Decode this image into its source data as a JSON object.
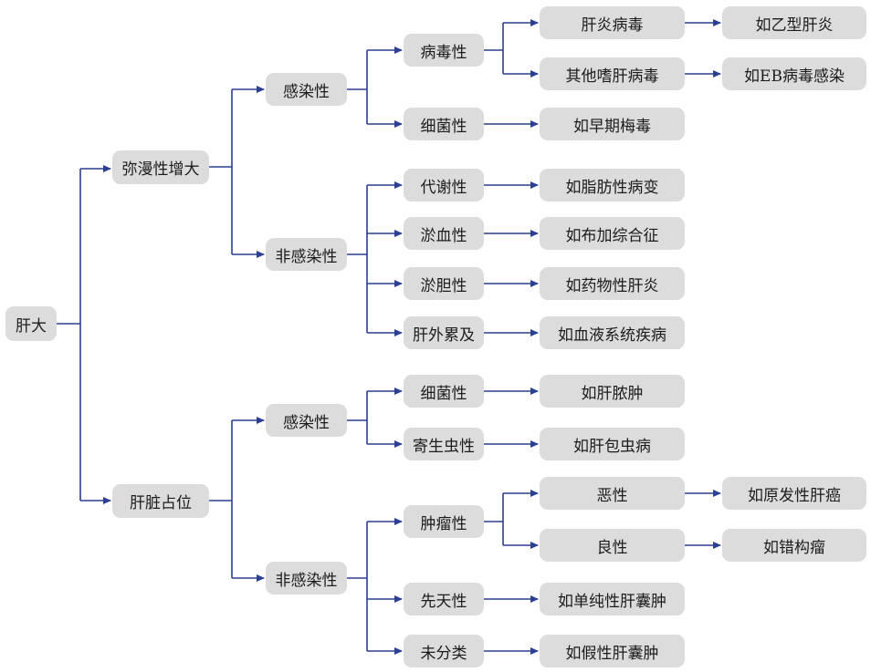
{
  "nodes": {
    "root": "肝大",
    "diffuse": "弥漫性增大",
    "occupying": "肝脏占位",
    "d_infectious": "感染性",
    "d_noninfectious": "非感染性",
    "viral": "病毒性",
    "bacterial": "细菌性",
    "hepatitis_virus": "肝炎病毒",
    "other_virus": "其他嗜肝病毒",
    "ex_hep_b": "如乙型肝炎",
    "ex_eb": "如EB病毒感染",
    "ex_early_syphilis": "如早期梅毒",
    "metabolic": "代谢性",
    "congestive": "淤血性",
    "cholestatic": "淤胆性",
    "extrahepatic": "肝外累及",
    "ex_fatty": "如脂肪性病变",
    "ex_budd": "如布加综合征",
    "ex_drug": "如药物性肝炎",
    "ex_blood": "如血液系统疾病",
    "o_infectious": "感染性",
    "o_noninfectious": "非感染性",
    "o_bacterial": "细菌性",
    "parasitic": "寄生虫性",
    "ex_abscess": "如肝脓肿",
    "ex_echino": "如肝包虫病",
    "tumorous": "肿瘤性",
    "congenital": "先天性",
    "unclassified": "未分类",
    "malignant": "恶性",
    "benign": "良性",
    "ex_hcc": "如原发性肝癌",
    "ex_hamartoma": "如错构瘤",
    "ex_simple_cyst": "如单纯性肝囊肿",
    "ex_pseudocyst": "如假性肝囊肿"
  },
  "colors": {
    "connector": "#2b3f94",
    "node_fill": "#dcdcdc",
    "text": "#1c1c1c"
  }
}
